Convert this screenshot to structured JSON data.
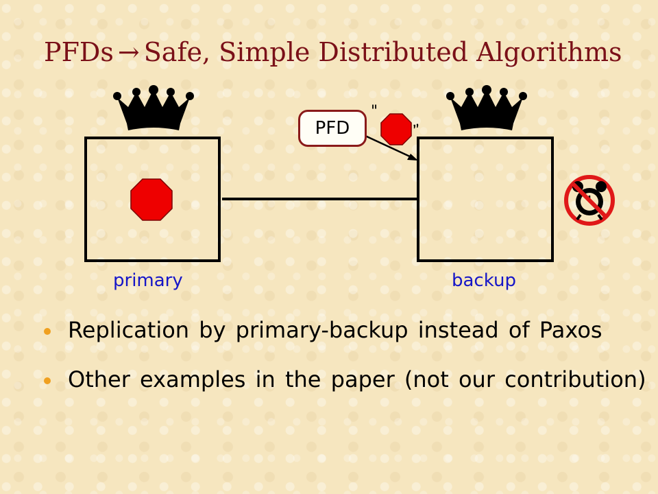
{
  "slide": {
    "title_left": "PFDs",
    "title_arrow": "→",
    "title_right": "Safe, Simple Distributed Algorithms"
  },
  "diagram": {
    "primary_label": "primary",
    "backup_label": "backup",
    "pfd_label": "PFD",
    "quote_open": "\"",
    "quote_close": "”",
    "icons": {
      "crown": "crown-icon",
      "stop_sign": "stop-sign-icon",
      "no_alarm_clock": "no-alarm-clock-icon"
    },
    "colors": {
      "stop_sign": "#ee0000",
      "prohibition": "#e01818",
      "label": "#1515c8",
      "title": "#7a1018"
    }
  },
  "bullets": [
    {
      "text": "Replication by primary-backup instead of Paxos"
    },
    {
      "text": "Other examples in the paper (not our contribution)"
    }
  ]
}
